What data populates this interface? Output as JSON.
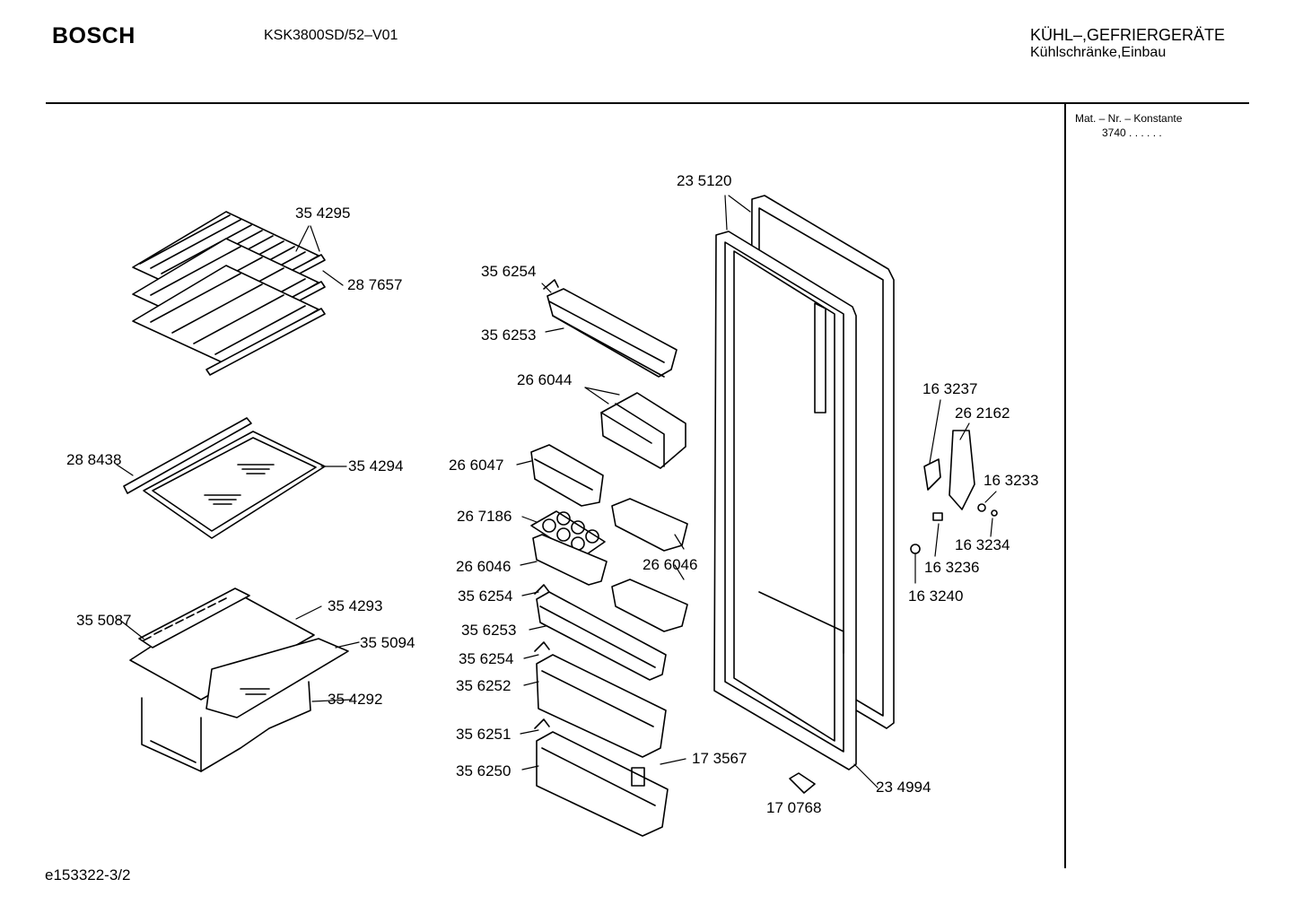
{
  "header": {
    "brand": "BOSCH",
    "model": "KSK3800SD/52–V01",
    "category_line1": "KÜHL–,GEFRIERGERÄTE",
    "category_line2": "Kühlschränke,Einbau"
  },
  "sidebar": {
    "mat_label": "Mat. – Nr. – Konstante",
    "mat_value": "3740  .  .  .  .  .  ."
  },
  "footer": {
    "diagram_id": "e153322-3/2"
  },
  "parts": [
    {
      "id": "p354295",
      "label": "35 4295"
    },
    {
      "id": "p287657",
      "label": "28 7657"
    },
    {
      "id": "p288438",
      "label": "28 8438"
    },
    {
      "id": "p354294",
      "label": "35 4294"
    },
    {
      "id": "p355087",
      "label": "35 5087"
    },
    {
      "id": "p354293",
      "label": "35 4293"
    },
    {
      "id": "p355094",
      "label": "35 5094"
    },
    {
      "id": "p354292",
      "label": "35 4292"
    },
    {
      "id": "p356254a",
      "label": "35 6254"
    },
    {
      "id": "p356253a",
      "label": "35 6253"
    },
    {
      "id": "p266044",
      "label": "26 6044"
    },
    {
      "id": "p266047",
      "label": "26 6047"
    },
    {
      "id": "p267186",
      "label": "26 7186"
    },
    {
      "id": "p266046a",
      "label": "26 6046"
    },
    {
      "id": "p266046b",
      "label": "26 6046"
    },
    {
      "id": "p356254b",
      "label": "35 6254"
    },
    {
      "id": "p356253b",
      "label": "35 6253"
    },
    {
      "id": "p356254c",
      "label": "35 6254"
    },
    {
      "id": "p356252",
      "label": "35 6252"
    },
    {
      "id": "p356251",
      "label": "35 6251"
    },
    {
      "id": "p356250",
      "label": "35 6250"
    },
    {
      "id": "p173567",
      "label": "17 3567"
    },
    {
      "id": "p170768",
      "label": "17 0768"
    },
    {
      "id": "p235120",
      "label": "23 5120"
    },
    {
      "id": "p234994",
      "label": "23 4994"
    },
    {
      "id": "p163237",
      "label": "16 3237"
    },
    {
      "id": "p262162",
      "label": "26 2162"
    },
    {
      "id": "p163233",
      "label": "16 3233"
    },
    {
      "id": "p163234",
      "label": "16 3234"
    },
    {
      "id": "p163236",
      "label": "16 3236"
    },
    {
      "id": "p163240",
      "label": "16 3240"
    }
  ]
}
